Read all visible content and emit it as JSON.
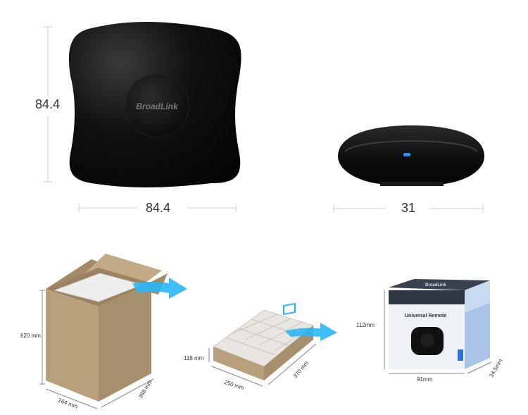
{
  "product": {
    "brand": "BroadLink",
    "box_title": "Universal Remote"
  },
  "device_dimensions": {
    "height": "84.4",
    "width": "84.4",
    "depth": "31"
  },
  "carton_dimensions": {
    "height": "620 mm",
    "width": "264 mm",
    "depth": "388 mm"
  },
  "tray_dimensions": {
    "height": "118 mm",
    "width": "250 mm",
    "depth": "370 mm"
  },
  "retail_box_dimensions": {
    "height": "112mm",
    "width": "91mm",
    "depth": "34.5mm"
  },
  "colors": {
    "device_body": "#0d0d0d",
    "indicator_led": "#1e90ff",
    "arrow": "#29b6f6",
    "carton": "#b8a07c",
    "box_blue": "#2a6fd6"
  },
  "icons": [
    "arrow-right-icon"
  ]
}
